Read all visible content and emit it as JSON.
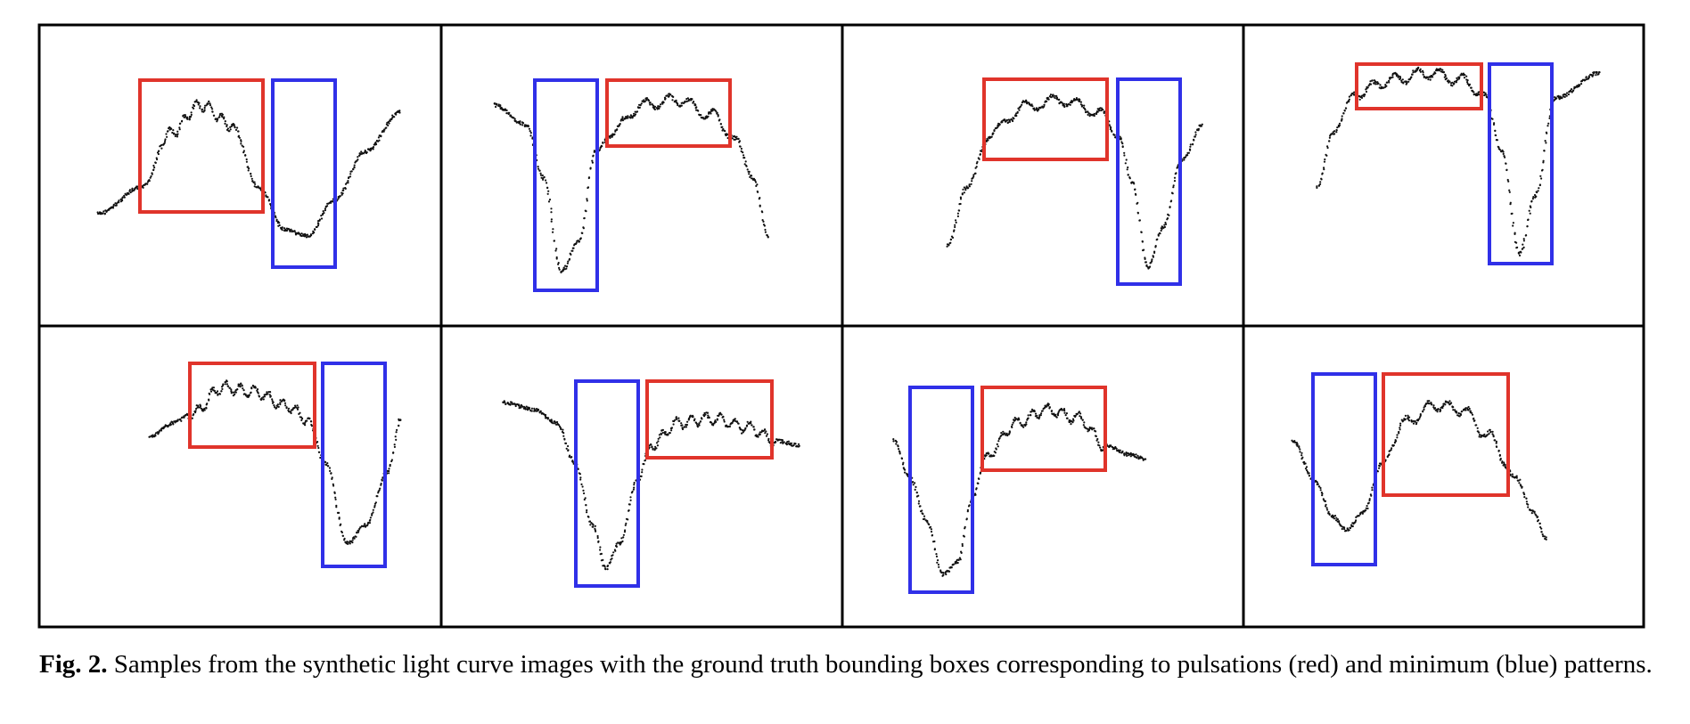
{
  "figure": {
    "label": "Fig. 2.",
    "caption": " Samples from the synthetic light curve images with the ground truth bounding boxes corresponding to pulsations (red) and minimum (blue) patterns.",
    "grid": {
      "rows": 2,
      "cols": 4
    },
    "colors": {
      "pulsation_box": "#e0342b",
      "minimum_box": "#3030e8",
      "curve": "#111111",
      "frame": "#000000"
    },
    "panels": [
      {
        "curve": "peak-then-dip",
        "boxes": [
          "pulsation",
          "minimum"
        ]
      },
      {
        "curve": "dip-then-plateau",
        "boxes": [
          "minimum",
          "pulsation"
        ]
      },
      {
        "curve": "rise-plateau-dip",
        "boxes": [
          "pulsation",
          "minimum"
        ]
      },
      {
        "curve": "rise-plateau-dip",
        "boxes": [
          "pulsation",
          "minimum"
        ]
      },
      {
        "curve": "oscillation-then-dip",
        "boxes": [
          "pulsation",
          "minimum"
        ]
      },
      {
        "curve": "dip-then-oscillation",
        "boxes": [
          "minimum",
          "pulsation"
        ]
      },
      {
        "curve": "dip-then-oscillation",
        "boxes": [
          "minimum",
          "pulsation"
        ]
      },
      {
        "curve": "dip-then-peak",
        "boxes": [
          "minimum",
          "pulsation"
        ]
      }
    ]
  }
}
